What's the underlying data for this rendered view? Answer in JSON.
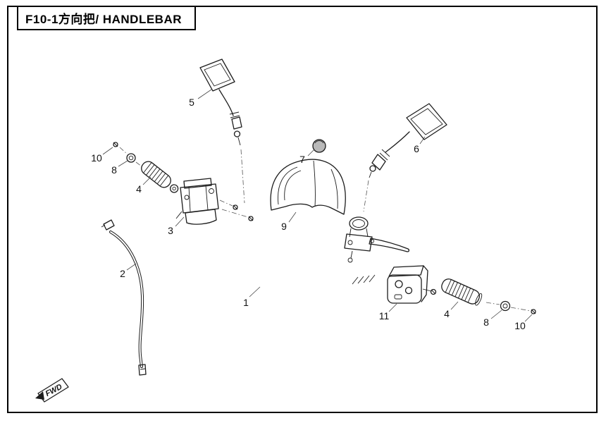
{
  "page": {
    "title": "F10-1方向把/ HANDLEBAR"
  },
  "fwd_marker": {
    "label": "FWD"
  },
  "colors": {
    "line": "#1c1c1c",
    "cap_fill": "#b9b9b9",
    "background": "#ffffff"
  },
  "callouts": [
    {
      "label": "1",
      "part": "handlebar"
    },
    {
      "label": "2",
      "part": "throttle-cable"
    },
    {
      "label": "3",
      "part": "throttle-housing"
    },
    {
      "label": "4",
      "part": "grip-left"
    },
    {
      "label": "5",
      "part": "mirror-left"
    },
    {
      "label": "6",
      "part": "mirror-right"
    },
    {
      "label": "7",
      "part": "cap"
    },
    {
      "label": "8",
      "part": "washer-left"
    },
    {
      "label": "9",
      "part": "handlebar-cover"
    },
    {
      "label": "10",
      "part": "screw-left"
    },
    {
      "label": "11",
      "part": "switch-assembly"
    },
    {
      "label": "4",
      "part": "grip-right"
    },
    {
      "label": "8",
      "part": "washer-right"
    },
    {
      "label": "10",
      "part": "screw-right"
    }
  ]
}
